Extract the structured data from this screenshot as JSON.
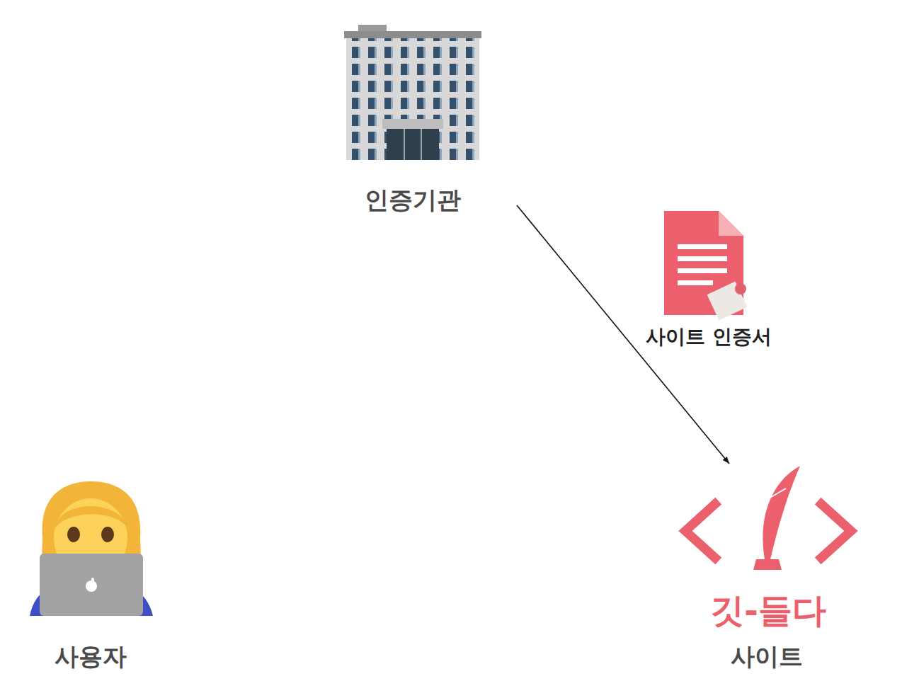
{
  "diagram": {
    "nodes": [
      {
        "text": [
          "인증기관"
        ]
      },
      {
        "text": [
          "사용자"
        ]
      },
      {
        "text": [
          "깃-들다",
          "사이트"
        ]
      }
    ],
    "edges": [
      {
        "from": 0,
        "to": 2,
        "arrow": "to",
        "label": "사이트 인증서"
      }
    ]
  }
}
